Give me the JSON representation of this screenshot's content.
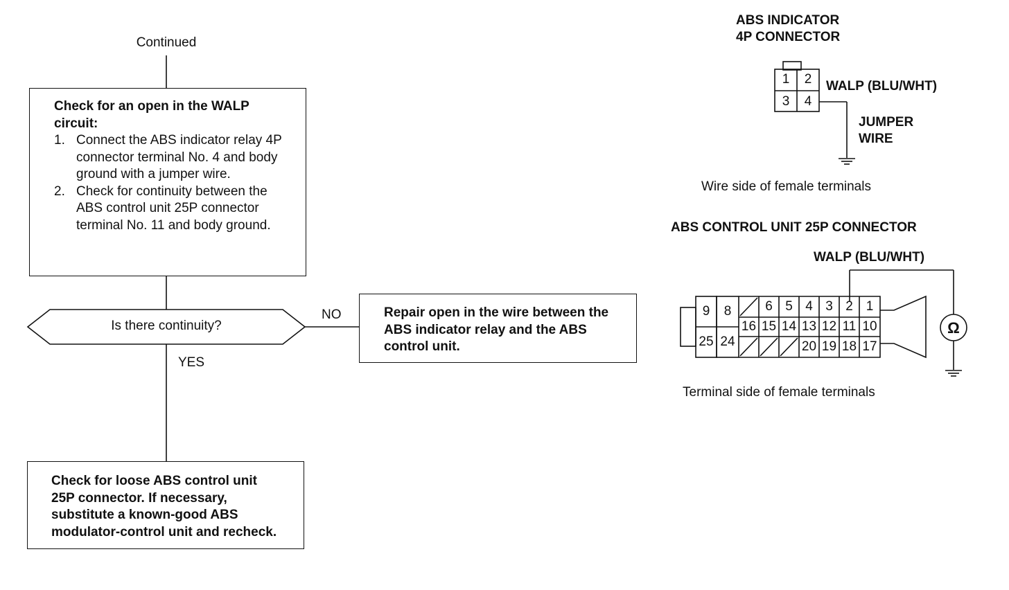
{
  "flowchart": {
    "continued_label": "Continued",
    "check_open_box": {
      "heading": "Check for an open in the WALP circuit:",
      "steps": [
        {
          "num": "1.",
          "text": "Connect the ABS indicator relay 4P connector terminal No. 4 and body ground with a jumper wire."
        },
        {
          "num": "2.",
          "text": "Check for continuity between the ABS control unit 25P connector terminal No. 11 and body ground."
        }
      ]
    },
    "decision": {
      "question": "Is there continuity?",
      "no_label": "NO",
      "yes_label": "YES"
    },
    "repair_box": {
      "text": "Repair open in the wire between the ABS indicator relay and the ABS control unit."
    },
    "loose_box": {
      "text": "Check for loose ABS control unit 25P connector. If necessary, substitute a known-good ABS modulator-control unit and recheck."
    }
  },
  "connector_4p": {
    "title_line1": "ABS INDICATOR",
    "title_line2": "4P CONNECTOR",
    "terminals": [
      "1",
      "2",
      "3",
      "4"
    ],
    "wire_label": "WALP (BLU/WHT)",
    "jumper_label_line1": "JUMPER",
    "jumper_label_line2": "WIRE",
    "caption": "Wire side of female terminals"
  },
  "connector_25p": {
    "title": "ABS CONTROL UNIT 25P CONNECTOR",
    "wire_label": "WALP (BLU/WHT)",
    "left_terminals": [
      "9",
      "8",
      "25",
      "24"
    ],
    "top_row": [
      "",
      "6",
      "5",
      "4",
      "3",
      "2",
      "1"
    ],
    "middle_row": [
      "16",
      "15",
      "14",
      "13",
      "12",
      "11",
      "10"
    ],
    "bottom_row": [
      "",
      "",
      "",
      "20",
      "19",
      "18",
      "17"
    ],
    "meter_symbol": "Ω",
    "caption": "Terminal side of female terminals"
  }
}
